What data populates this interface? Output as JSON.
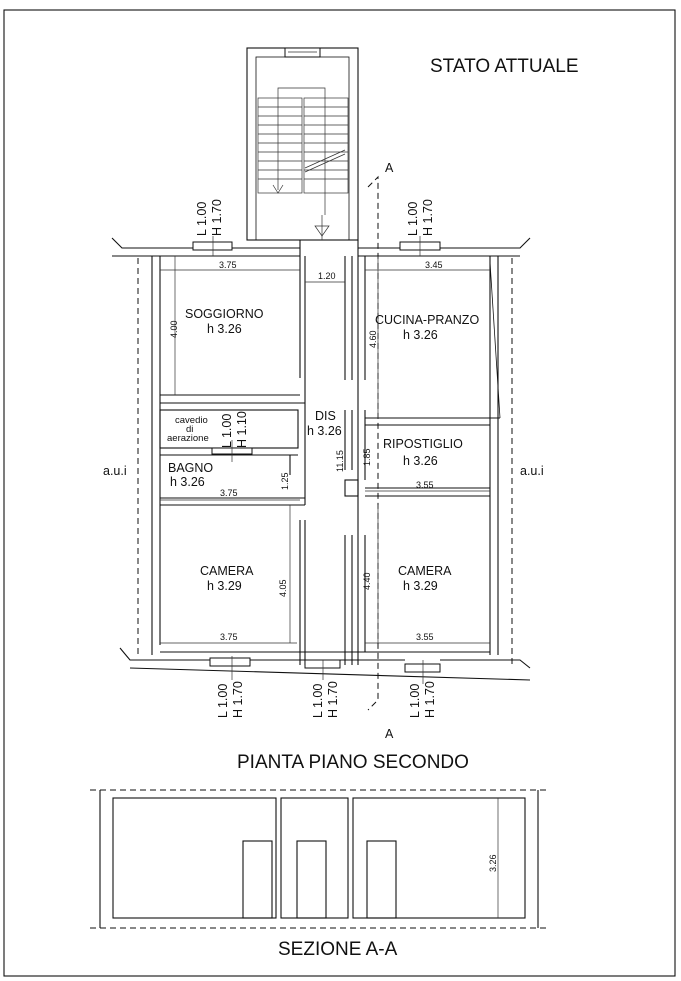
{
  "drawing": {
    "title": "STATO ATTUALE",
    "plan_title": "PIANTA PIANO SECONDO",
    "section_title": "SEZIONE A-A",
    "section_marker": "A",
    "aui_label": "a.u.i",
    "rooms": {
      "soggiorno": {
        "name": "SOGGIORNO",
        "height": "h 3.26"
      },
      "cucina": {
        "name": "CUCINA-PRANZO",
        "height": "h 3.26"
      },
      "dis": {
        "name": "DIS",
        "height": "h 3.26"
      },
      "ripostiglio": {
        "name": "RIPOSTIGLIO",
        "height": "h 3.26"
      },
      "bagno": {
        "name": "BAGNO",
        "height": "h 3.26"
      },
      "camera_left": {
        "name": "CAMERA",
        "height": "h 3.29"
      },
      "camera_right": {
        "name": "CAMERA",
        "height": "h 3.29"
      },
      "cavedio": {
        "line1": "cavedio",
        "line2": "di",
        "line3": "aerazione"
      }
    },
    "dimensions": {
      "d_375_top": "3.75",
      "d_120": "1.20",
      "d_345": "3.45",
      "d_400": "4.00",
      "d_460": "4.60",
      "d_1115": "11.15",
      "d_185": "1.85",
      "d_125": "1.25",
      "d_375_bagno": "3.75",
      "d_355_rip": "3.55",
      "d_405": "4.05",
      "d_440": "4.40",
      "d_375_bottom": "3.75",
      "d_355_bottom": "3.55",
      "d_326_section": "3.26"
    },
    "windows": {
      "top_left": {
        "l": "L 1.00",
        "h": "H 1.70"
      },
      "top_right": {
        "l": "L 1.00",
        "h": "H 1.70"
      },
      "cavedio": {
        "l": "L 1.00",
        "h": "H 1.10"
      },
      "bottom_left": {
        "l": "L 1.00",
        "h": "H 1.70"
      },
      "bottom_mid": {
        "l": "L 1.00",
        "h": "H 1.70"
      },
      "bottom_right": {
        "l": "L 1.00",
        "h": "H 1.70"
      }
    }
  }
}
